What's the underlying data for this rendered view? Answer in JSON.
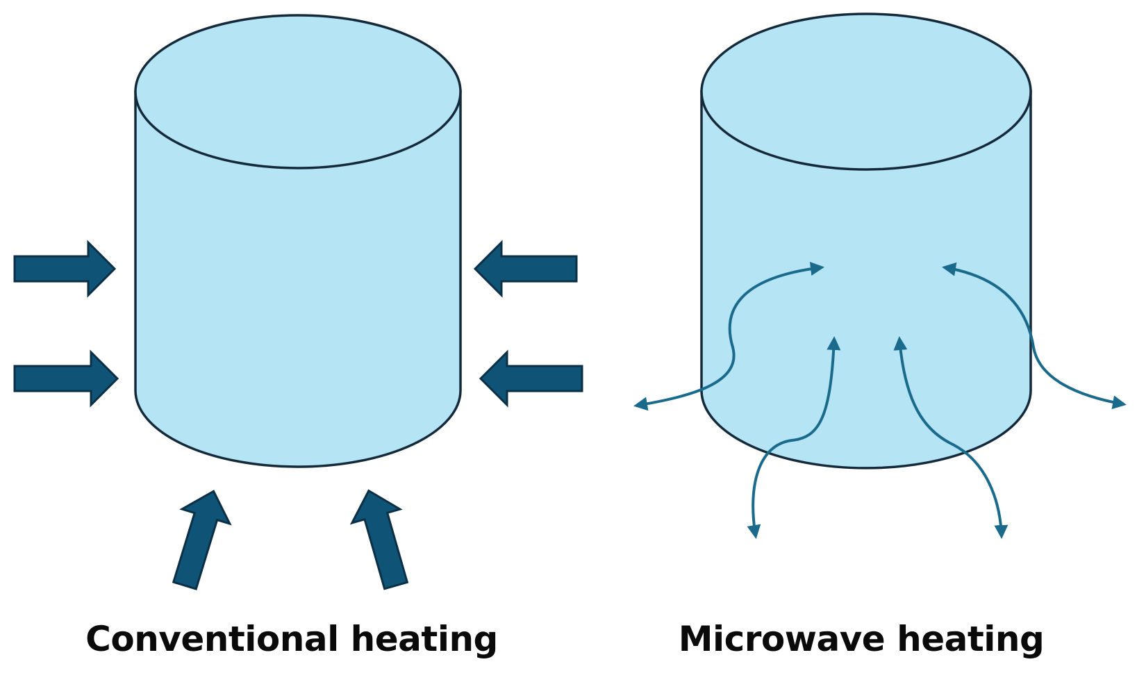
{
  "panels": [
    {
      "id": "conventional",
      "caption": "Conventional heating"
    },
    {
      "id": "microwave",
      "caption": "Microwave heating"
    }
  ],
  "colors": {
    "cylinder_fill": "#b5e4f5",
    "cylinder_stroke": "#142a3a",
    "arrow_fill": "#0f5476",
    "arrow_stroke": "#0b2f44",
    "wave_arrow": "#1a6a8c",
    "caption_text": "#0a0a0a"
  },
  "icons": {
    "conventional_arrow": "block-arrow-icon",
    "microwave_arrow": "curved-double-arrow-icon"
  }
}
